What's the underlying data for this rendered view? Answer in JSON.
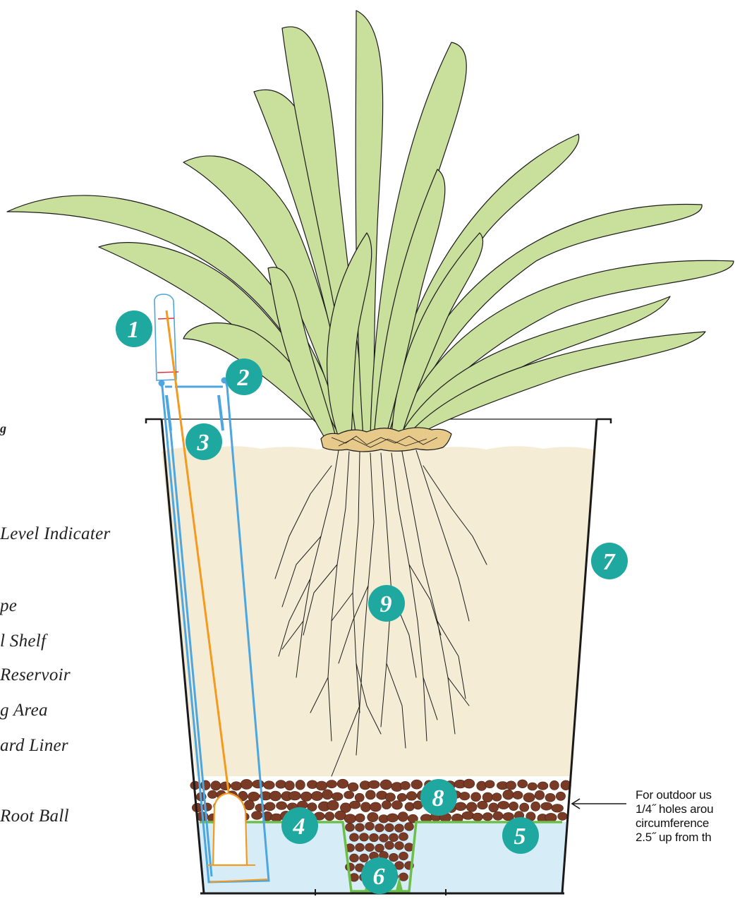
{
  "legend": {
    "title_fragment": "g",
    "items": [
      {
        "text": "Level Indicater"
      },
      {
        "text": "pe"
      },
      {
        "text": "l Shelf"
      },
      {
        "text": "Reservoir"
      },
      {
        "text": "g Area"
      },
      {
        "text": "ard Liner"
      },
      {
        "text": "Root Ball"
      }
    ]
  },
  "note": {
    "lines": [
      "For outdoor us",
      "1/4˝ holes arou",
      "circumference",
      "2.5˝ up from th"
    ]
  },
  "callouts": [
    {
      "label": "1"
    },
    {
      "label": "2"
    },
    {
      "label": "3"
    },
    {
      "label": "4"
    },
    {
      "label": "5"
    },
    {
      "label": "6"
    },
    {
      "label": "7"
    },
    {
      "label": "8"
    },
    {
      "label": "9"
    }
  ],
  "colors": {
    "teal": "#1fa8a0",
    "soil": "#f5ecd6",
    "water": "#d6ecf7",
    "pebble": "#7a3b26",
    "leaf": "#c9df9c",
    "tube_blue": "#4da6e0",
    "indicator_orange": "#f39a1f",
    "shelf_green": "#6cc04a",
    "rootball": "#e7c98a"
  }
}
